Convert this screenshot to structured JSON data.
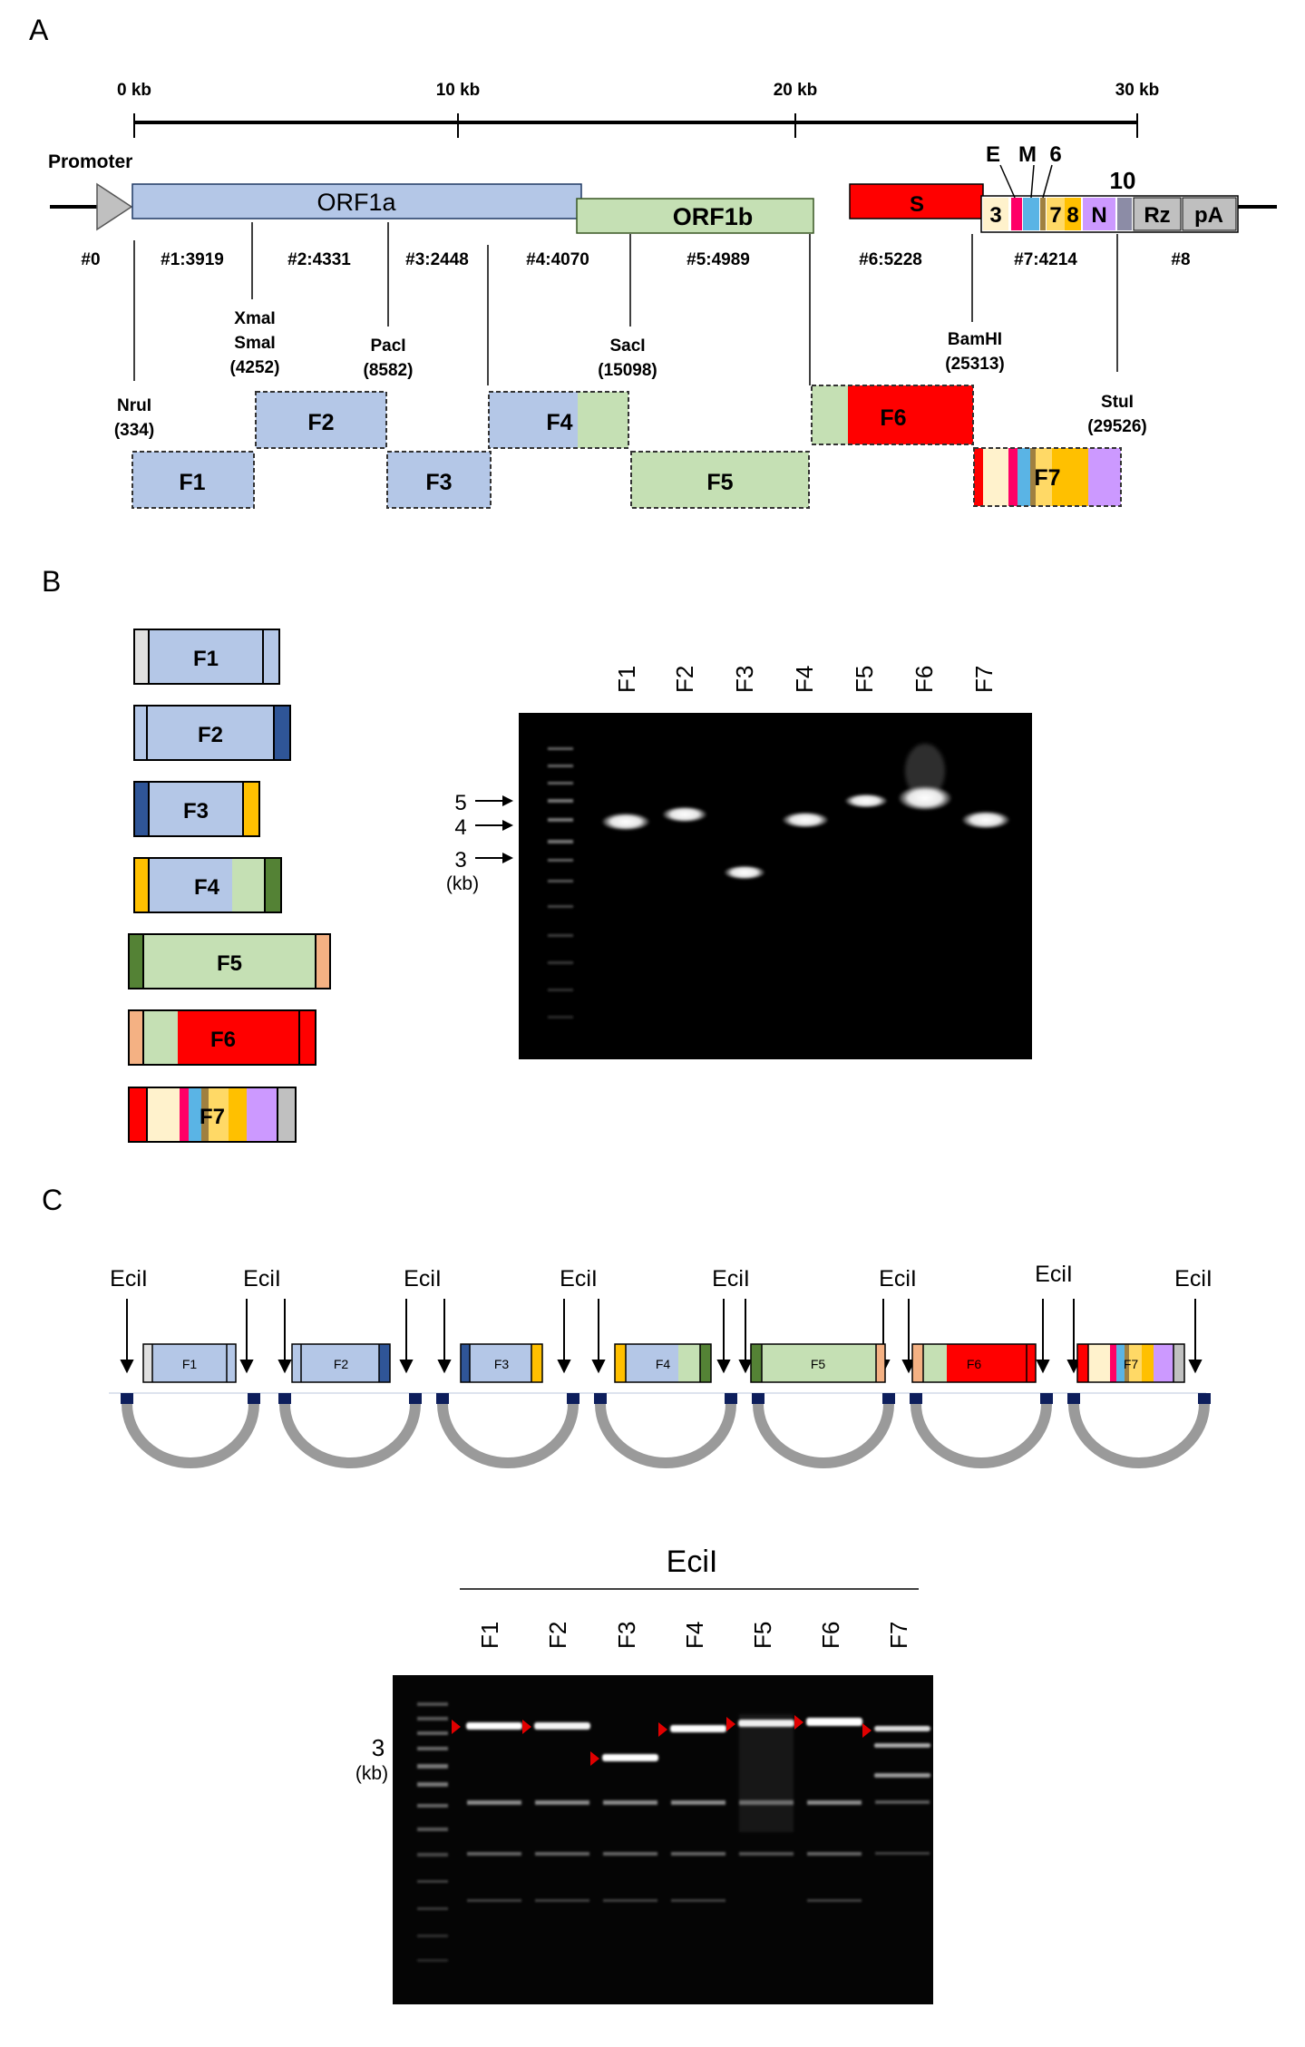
{
  "panel_a": {
    "label": "A",
    "scale": [
      "0 kb",
      "10 kb",
      "20 kb",
      "30 kb"
    ],
    "promoter": "Promoter",
    "genes": {
      "orf1a": "ORF1a",
      "orf1b": "ORF1b",
      "s": "S",
      "g3": "3",
      "e": "E",
      "m": "M",
      "g6": "6",
      "g7": "7",
      "g8": "8",
      "n": "N",
      "g10": "10",
      "rz": "Rz",
      "pa": "pA"
    },
    "segments": [
      "#0",
      "#1:3919",
      "#2:4331",
      "#3:2448",
      "#4:4070",
      "#5:4989",
      "#6:5228",
      "#7:4214",
      "#8"
    ],
    "sites": [
      {
        "name": "NruI",
        "pos": "(334)"
      },
      {
        "name": "XmaI",
        "name2": "SmaI",
        "pos": "(4252)"
      },
      {
        "name": "PacI",
        "pos": "(8582)"
      },
      {
        "name": "SacI",
        "pos": "(15098)"
      },
      {
        "name": "BamHI",
        "pos": "(25313)"
      },
      {
        "name": "StuI",
        "pos": "(29526)"
      }
    ],
    "fragments": [
      "F1",
      "F2",
      "F3",
      "F4",
      "F5",
      "F6",
      "F7"
    ]
  },
  "panel_b": {
    "label": "B",
    "fragments": [
      "F1",
      "F2",
      "F3",
      "F4",
      "F5",
      "F6",
      "F7"
    ],
    "lanes": [
      "F1",
      "F2",
      "F3",
      "F4",
      "F5",
      "F6",
      "F7"
    ],
    "markers": [
      "5",
      "4",
      "3"
    ],
    "unit": "(kb)"
  },
  "panel_c": {
    "label": "C",
    "enzyme": "EciI",
    "fragments": [
      "F1",
      "F2",
      "F3",
      "F4",
      "F5",
      "F6",
      "F7"
    ],
    "gel_title": "EciI",
    "lanes": [
      "F1",
      "F2",
      "F3",
      "F4",
      "F5",
      "F6",
      "F7"
    ],
    "marker": "3",
    "unit": "(kb)"
  },
  "colors": {
    "orf1a": "#b4c7e7",
    "orf1b": "#c5e0b4",
    "spike": "#ff0000",
    "utr3": "#fff2cc",
    "e": "#ff0066",
    "m": "#5ab4e5",
    "g7": "#ffd966",
    "g8": "#ffc000",
    "n": "#cc99ff",
    "g10": "#8c8ca6",
    "rz": "#c0c0c0",
    "pa": "#bfbfbf",
    "dark_blue": "#2f5597",
    "dark_green": "#548235",
    "salmon": "#f4b183"
  }
}
